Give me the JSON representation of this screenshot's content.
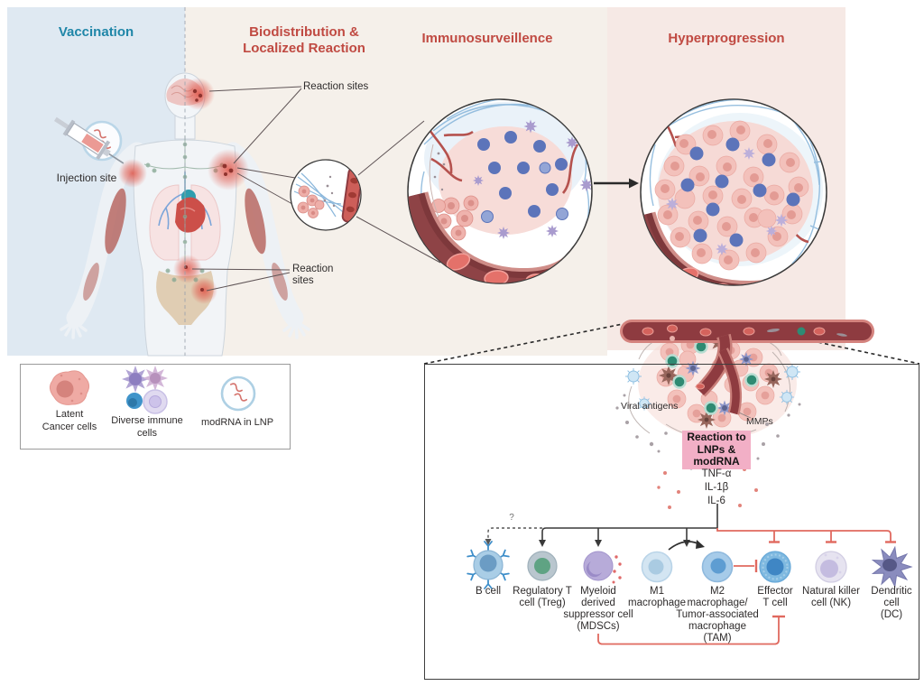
{
  "headers": {
    "vaccination": "Vaccination",
    "biodistribution": "Biodistribution &\nLocalized Reaction",
    "immunosurveillance": "Immunosurveillence",
    "hyperprogression": "Hyperprogression"
  },
  "colors": {
    "vaccination_header": "#1f86a8",
    "section_header": "#c04a42",
    "zone_blue": "#dfe9f2",
    "zone_cream": "#f5f0ea",
    "zone_pink": "#f6e9e5",
    "reaction_box_bg": "#f2afc6",
    "inhibit_red": "#e0695f",
    "arrow_black": "#3a3a3a"
  },
  "body_labels": {
    "injection_site": "Injection site",
    "reaction_sites_top": "Reaction sites",
    "reaction_sites_bottom": "Reaction\nsites"
  },
  "legend": {
    "items": [
      {
        "icon": "latent-cancer-cell",
        "label": "Latent\nCancer cells"
      },
      {
        "icon": "diverse-immune-cells",
        "label": "Diverse immune\ncells"
      },
      {
        "icon": "modrna-in-lnp",
        "label": "modRNA in LNP"
      }
    ]
  },
  "panel": {
    "viral_antigens": "Viral antigens",
    "mmps": "MMPs",
    "reaction_box": "Reaction to\nLNPs &\nmodRNA",
    "cytokines": [
      "TNF-α",
      "IL-1β",
      "IL-6"
    ],
    "question_mark": "?",
    "cells": [
      {
        "label": "B cell"
      },
      {
        "label": "Regulatory T\ncell (Treg)"
      },
      {
        "label": "Myeloid\nderived\nsuppressor cell\n(MDSCs)"
      },
      {
        "label": "M1\nmacrophage"
      },
      {
        "label": "M2\nmacrophage/\nTumor-associated\nmacrophage\n(TAM)"
      },
      {
        "label": "Effector\nT cell"
      },
      {
        "label": "Natural killer\ncell (NK)"
      },
      {
        "label": "Dendritic\ncell\n(DC)"
      }
    ]
  }
}
